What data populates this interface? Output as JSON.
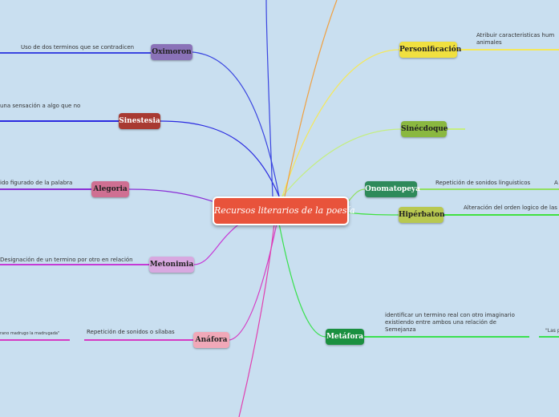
{
  "central": {
    "label": "Recursos literarios de la poesía"
  },
  "nodes": {
    "oximoron": {
      "label": "Oximoron",
      "bg": "#8a72b8",
      "line": "#3a45e0"
    },
    "sinestesia": {
      "label": "Sinestesia",
      "bg": "#a83a32",
      "line": "#2a2ae0"
    },
    "alegoria": {
      "label": "Alegoria",
      "bg": "#cf6f92",
      "line": "#8a2ed6"
    },
    "metonimia": {
      "label": "Metonimia",
      "bg": "#d8a8e0",
      "line": "#c53ad6"
    },
    "anafora": {
      "label": "Anáfora",
      "bg": "#f0a8b8",
      "line": "#d63ac4"
    },
    "personificacion": {
      "label": "Personificación",
      "bg": "#f0e040",
      "line": "#f5e85a"
    },
    "sinecdoque": {
      "label": "Sinécdoque",
      "bg": "#8ab840",
      "line": "#c4ee80"
    },
    "onomatopeya": {
      "label": "Onomatopeya",
      "bg": "#2e8a5a",
      "line": "#90e060"
    },
    "hiperbaton": {
      "label": "Hipérbaton",
      "bg": "#b8c850",
      "line": "#40e040"
    },
    "metafora": {
      "label": "Metáfora",
      "bg": "#1a9040",
      "line": "#3ae050"
    }
  },
  "subtopics": {
    "oximoron": "Uso de dos terminos que se contradicen",
    "sinestesia": "una sensación a algo que no",
    "alegoria": "ido figurado de la palabra",
    "metonimia": "Designación de un termino por otro en relación",
    "anafora": "Repetición de sonidos o sílabas",
    "anafora_example": "rano madrugo la madrugada\"",
    "personificacion": "Atribuir caracteristicas hum animales",
    "onomatopeya": "Repetición de sonidos linguisticos",
    "onomatopeya_extra": "A",
    "hiperbaton": "Alteración del orden logico de las",
    "metafora": "identificar un termino real con otro imaginario existiendo entre ambos una relación de Semejanza",
    "metafora_example": "\"Las p"
  },
  "colors": {
    "background": "#c9dff0",
    "central": "#e8533b"
  }
}
